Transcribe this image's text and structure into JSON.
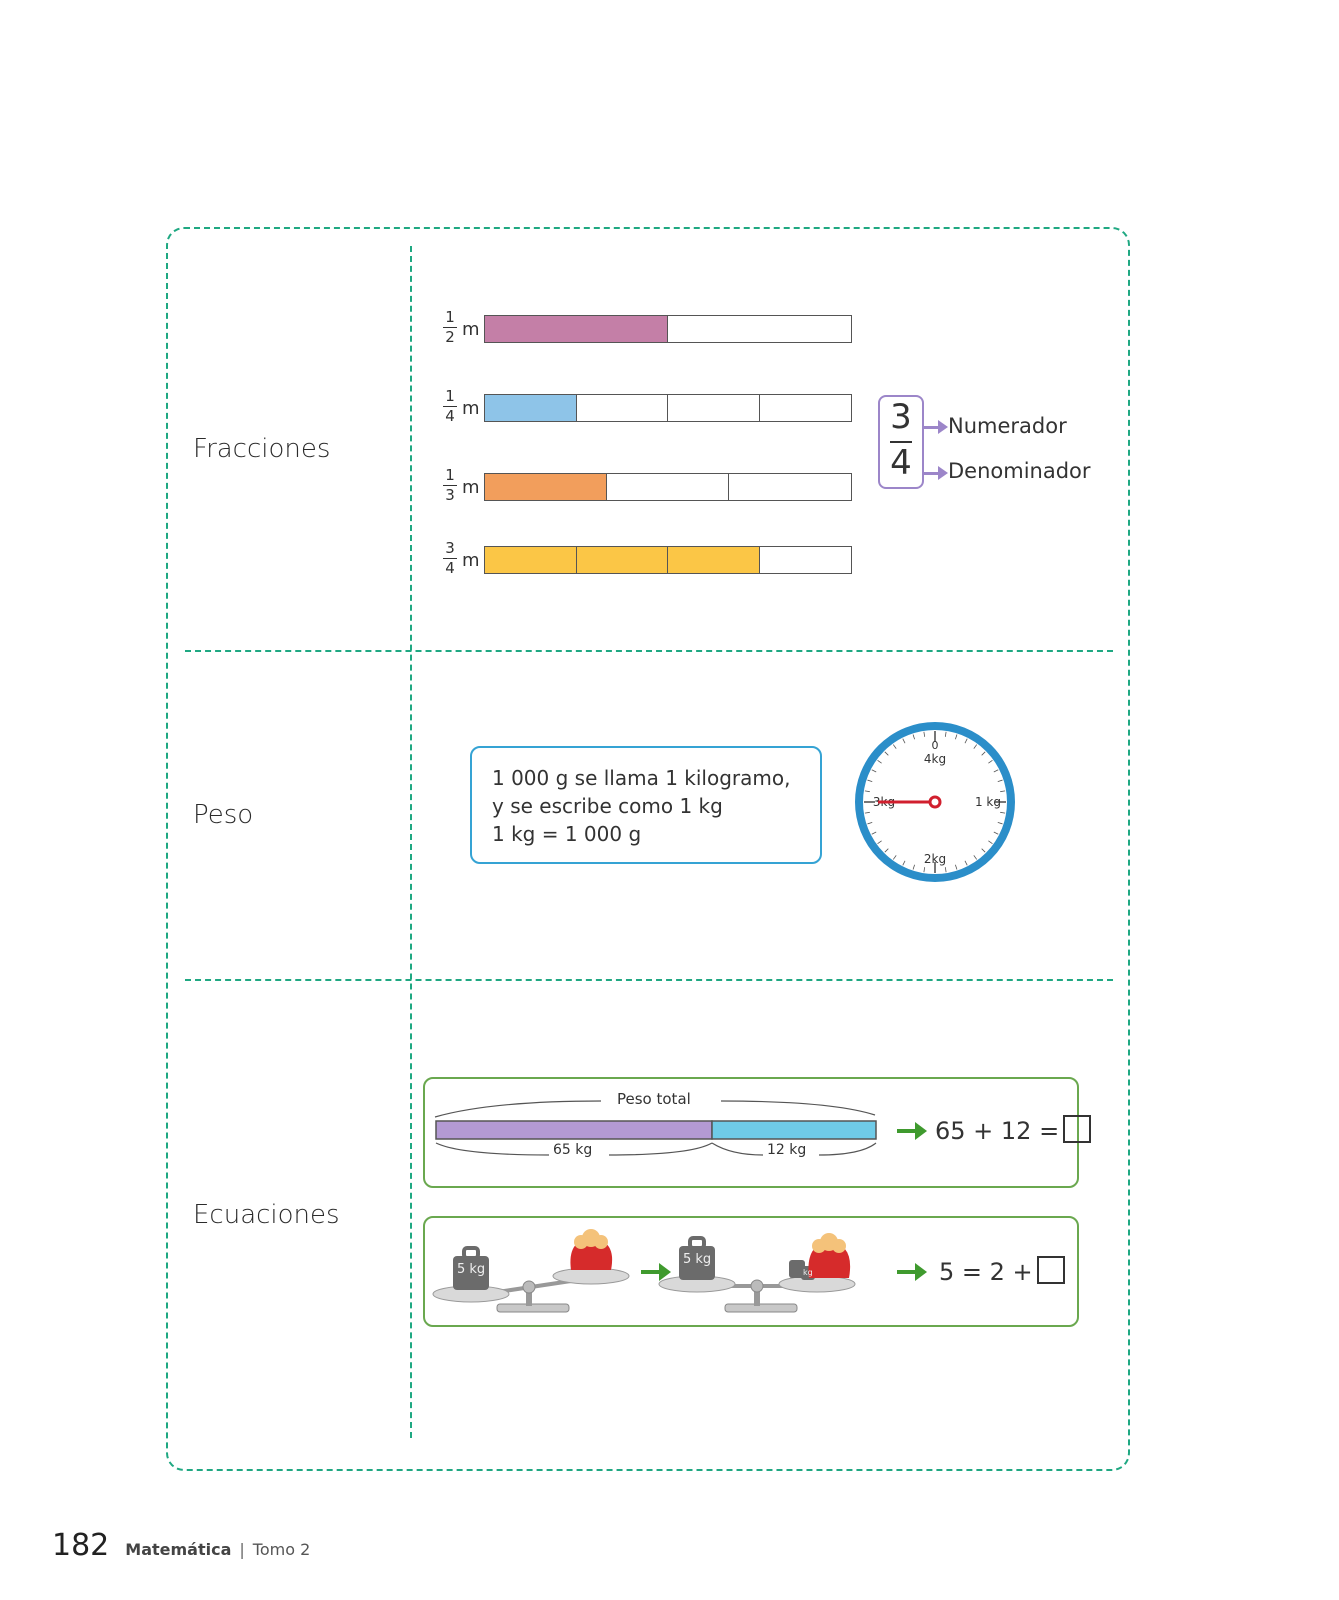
{
  "sections": {
    "fracciones": "Fracciones",
    "peso": "Peso",
    "ecuaciones": "Ecuaciones"
  },
  "fractions": [
    {
      "num": "1",
      "den": "2",
      "unit": "m",
      "parts": 2,
      "filled": 1,
      "color": "#c47fa7"
    },
    {
      "num": "1",
      "den": "4",
      "unit": "m",
      "parts": 4,
      "filled": 1,
      "color": "#8ec4e8"
    },
    {
      "num": "1",
      "den": "3",
      "unit": "m",
      "parts": 3,
      "filled": 1,
      "color": "#f29e5c"
    },
    {
      "num": "3",
      "den": "4",
      "unit": "m",
      "parts": 4,
      "filled": 3,
      "color": "#fbc646"
    }
  ],
  "fraction_parts": {
    "numerator": "3",
    "denominator": "4",
    "numerator_label": "Numerador",
    "denominator_label": "Denominador"
  },
  "peso": {
    "line1": "1 000 g se llama 1 kilogramo,",
    "line2": "y se escribe como 1 kg",
    "line3": "1 kg = 1 000 g",
    "dial": {
      "top_zero": "0",
      "top": "4kg",
      "right": "1 kg",
      "bottom": "2kg",
      "left": "3kg",
      "reading_kg": 3,
      "ring_color": "#2b8ec9",
      "needle_color": "#d11f2e"
    }
  },
  "ecuaciones": {
    "tape": {
      "total_label": "Peso total",
      "part1_label": "65 kg",
      "part2_label": "12 kg",
      "part1_value": 65,
      "part2_value": 12,
      "part1_color": "#b39ad4",
      "part2_color": "#6fcbe8"
    },
    "eq1": "65 + 12 =",
    "scale": {
      "weight_label": "5 kg",
      "small_weight_label": "kg"
    },
    "eq2": "5 = 2 +"
  },
  "footer": {
    "page_number": "182",
    "book": "Matemática",
    "separator": "|",
    "volume": "Tomo 2"
  }
}
